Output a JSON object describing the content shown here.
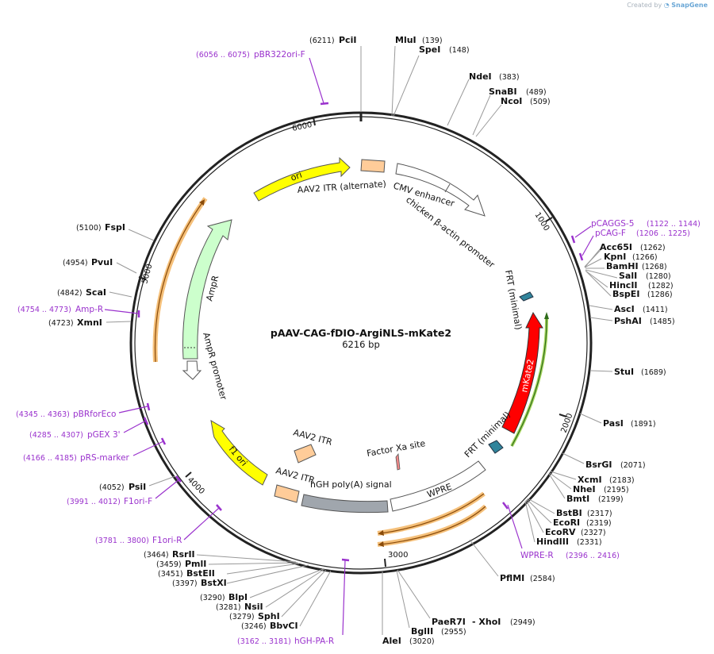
{
  "credit": {
    "created_by": "Created by",
    "brand": "SnapGene"
  },
  "plasmid": {
    "name": "pAAV-CAG-fDIO-ArgiNLS-mKate2",
    "size_label": "6216 bp",
    "length": 6216
  },
  "ticks": [
    "1000",
    "2000",
    "3000",
    "4000",
    "5000",
    "6000"
  ],
  "sites": [
    {
      "name": "PciI",
      "pos": "(6211)"
    },
    {
      "name": "MluI",
      "pos": "(139)"
    },
    {
      "name": "SpeI",
      "pos": "(148)"
    },
    {
      "name": "NdeI",
      "pos": "(383)"
    },
    {
      "name": "SnaBI",
      "pos": "(489)"
    },
    {
      "name": "NcoI",
      "pos": "(509)"
    },
    {
      "name": "Acc65I",
      "pos": "(1262)"
    },
    {
      "name": "KpnI",
      "pos": "(1266)"
    },
    {
      "name": "BamHI",
      "pos": "(1268)"
    },
    {
      "name": "SalI",
      "pos": "(1280)"
    },
    {
      "name": "HincII",
      "pos": "(1282)"
    },
    {
      "name": "BspEI",
      "pos": "(1286)"
    },
    {
      "name": "AscI",
      "pos": "(1411)"
    },
    {
      "name": "PshAI",
      "pos": "(1485)"
    },
    {
      "name": "StuI",
      "pos": "(1689)"
    },
    {
      "name": "PasI",
      "pos": "(1891)"
    },
    {
      "name": "BsrGI",
      "pos": "(2071)"
    },
    {
      "name": "XcmI",
      "pos": "(2183)"
    },
    {
      "name": "NheI",
      "pos": "(2195)"
    },
    {
      "name": "BmtI",
      "pos": "(2199)"
    },
    {
      "name": "BstBI",
      "pos": "(2317)"
    },
    {
      "name": "EcoRI",
      "pos": "(2319)"
    },
    {
      "name": "EcoRV",
      "pos": "(2327)"
    },
    {
      "name": "HindIII",
      "pos": "(2331)"
    },
    {
      "name": "PflMI",
      "pos": "(2584)"
    },
    {
      "name": "PaeR7I",
      "pos": ""
    },
    {
      "name": "- XhoI",
      "pos": "(2949)"
    },
    {
      "name": "BglII",
      "pos": "(2955)"
    },
    {
      "name": "AleI",
      "pos": "(3020)"
    },
    {
      "name": "BbvCI",
      "pos": "(3246)"
    },
    {
      "name": "SphI",
      "pos": "(3279)"
    },
    {
      "name": "NsiI",
      "pos": "(3281)"
    },
    {
      "name": "BlpI",
      "pos": "(3290)"
    },
    {
      "name": "BstXI",
      "pos": "(3397)"
    },
    {
      "name": "BstEII",
      "pos": "(3451)"
    },
    {
      "name": "PmlI",
      "pos": "(3459)"
    },
    {
      "name": "RsrII",
      "pos": "(3464)"
    },
    {
      "name": "PsiI",
      "pos": "(4052)"
    },
    {
      "name": "XmnI",
      "pos": "(4723)"
    },
    {
      "name": "ScaI",
      "pos": "(4842)"
    },
    {
      "name": "PvuI",
      "pos": "(4954)"
    },
    {
      "name": "FspI",
      "pos": "(5100)"
    }
  ],
  "primers": [
    {
      "name": "pBR322ori-F",
      "pos": "(6056 .. 6075)"
    },
    {
      "name": "pCAGGS-5",
      "pos": "(1122 .. 1144)"
    },
    {
      "name": "pCAG-F",
      "pos": "(1206 .. 1225)"
    },
    {
      "name": "WPRE-R",
      "pos": "(2396 .. 2416)"
    },
    {
      "name": "hGH-PA-R",
      "pos": "(3162 .. 3181)"
    },
    {
      "name": "F1ori-R",
      "pos": "(3781 .. 3800)"
    },
    {
      "name": "F1ori-F",
      "pos": "(3991 .. 4012)"
    },
    {
      "name": "pRS-marker",
      "pos": "(4166 .. 4185)"
    },
    {
      "name": "pGEX 3'",
      "pos": "(4285 .. 4307)"
    },
    {
      "name": "pBRforEco",
      "pos": "(4345 .. 4363)"
    },
    {
      "name": "Amp-R",
      "pos": "(4754 .. 4773)"
    }
  ],
  "features": {
    "ori": "ori",
    "itr_alt": "AAV2 ITR (alternate)",
    "cmv": "CMV enhancer",
    "cba": "chicken β-actin promoter",
    "frt1": "FRT (minimal)",
    "mkate": "mKate2",
    "frt2": "FRT (minimal)",
    "factor_xa": "Factor Xa site",
    "wpre": "WPRE",
    "hgh": "hGH poly(A) signal",
    "itr2": "AAV2 ITR",
    "itr3": "AAV2 ITR",
    "f1ori": "f1 ori",
    "ampr_promoter": "AmpR promoter",
    "ampr": "AmpR"
  },
  "colors": {
    "ori": "#ffff00",
    "ampr": "#ccffcc",
    "mkate": "#ff0000",
    "itr": "#ffcc99",
    "frt": "#31849b",
    "primer": "#9a32cd",
    "orf_highlight": "#f5a623",
    "wpre": "#ffffff",
    "hgh": "#a0a6ad"
  }
}
